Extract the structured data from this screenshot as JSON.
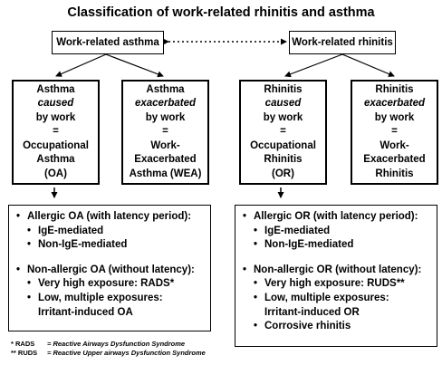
{
  "title": "Classification of work-related rhinitis and asthma",
  "top": {
    "asthma_label": "Work-related asthma",
    "rhinitis_label": "Work-related rhinitis"
  },
  "types": [
    {
      "l1": "Asthma",
      "l2": "caused",
      "l3": "by work",
      "l4": "=",
      "l5": "Occupational",
      "l6": "Asthma",
      "l7": "(OA)"
    },
    {
      "l1": "Asthma",
      "l2": "exacerbated",
      "l3": "by work",
      "l4": "=",
      "l5": "Work-",
      "l6": "Exacerbated",
      "l7": "Asthma (WEA)"
    },
    {
      "l1": "Rhinitis",
      "l2": "caused",
      "l3": "by work",
      "l4": "=",
      "l5": "Occupational",
      "l6": "Rhinitis",
      "l7": "(OR)"
    },
    {
      "l1": "Rhinitis",
      "l2": "exacerbated",
      "l3": "by work",
      "l4": "=",
      "l5": "Work-",
      "l6": "Exacerbated",
      "l7": "Rhinitis"
    }
  ],
  "oa_list": {
    "allergic": "Allergic OA (with latency period):",
    "allergic_items": [
      "IgE-mediated",
      "Non-IgE-mediated"
    ],
    "nonallergic": "Non-allergic OA (without latency):",
    "nonallergic_items": [
      "Very high exposure: RADS*",
      "Low, multiple exposures: Irritant-induced OA"
    ]
  },
  "or_list": {
    "allergic": "Allergic OR (with latency period):",
    "allergic_items": [
      "IgE-mediated",
      "Non-IgE-mediated"
    ],
    "nonallergic": "Non-allergic OR (without latency):",
    "nonallergic_items": [
      "Very high exposure: RUDS**",
      "Low, multiple exposures: Irritant-induced OR",
      "Corrosive rhinitis"
    ]
  },
  "footnotes": [
    {
      "abbr": "* RADS",
      "def": "= Reactive Airways Dysfunction Syndrome"
    },
    {
      "abbr": "** RUDS",
      "def": "= Reactive Upper airways Dysfunction Syndrome"
    }
  ],
  "symbols": {
    "bullet": "•",
    "subbullet": "•"
  }
}
